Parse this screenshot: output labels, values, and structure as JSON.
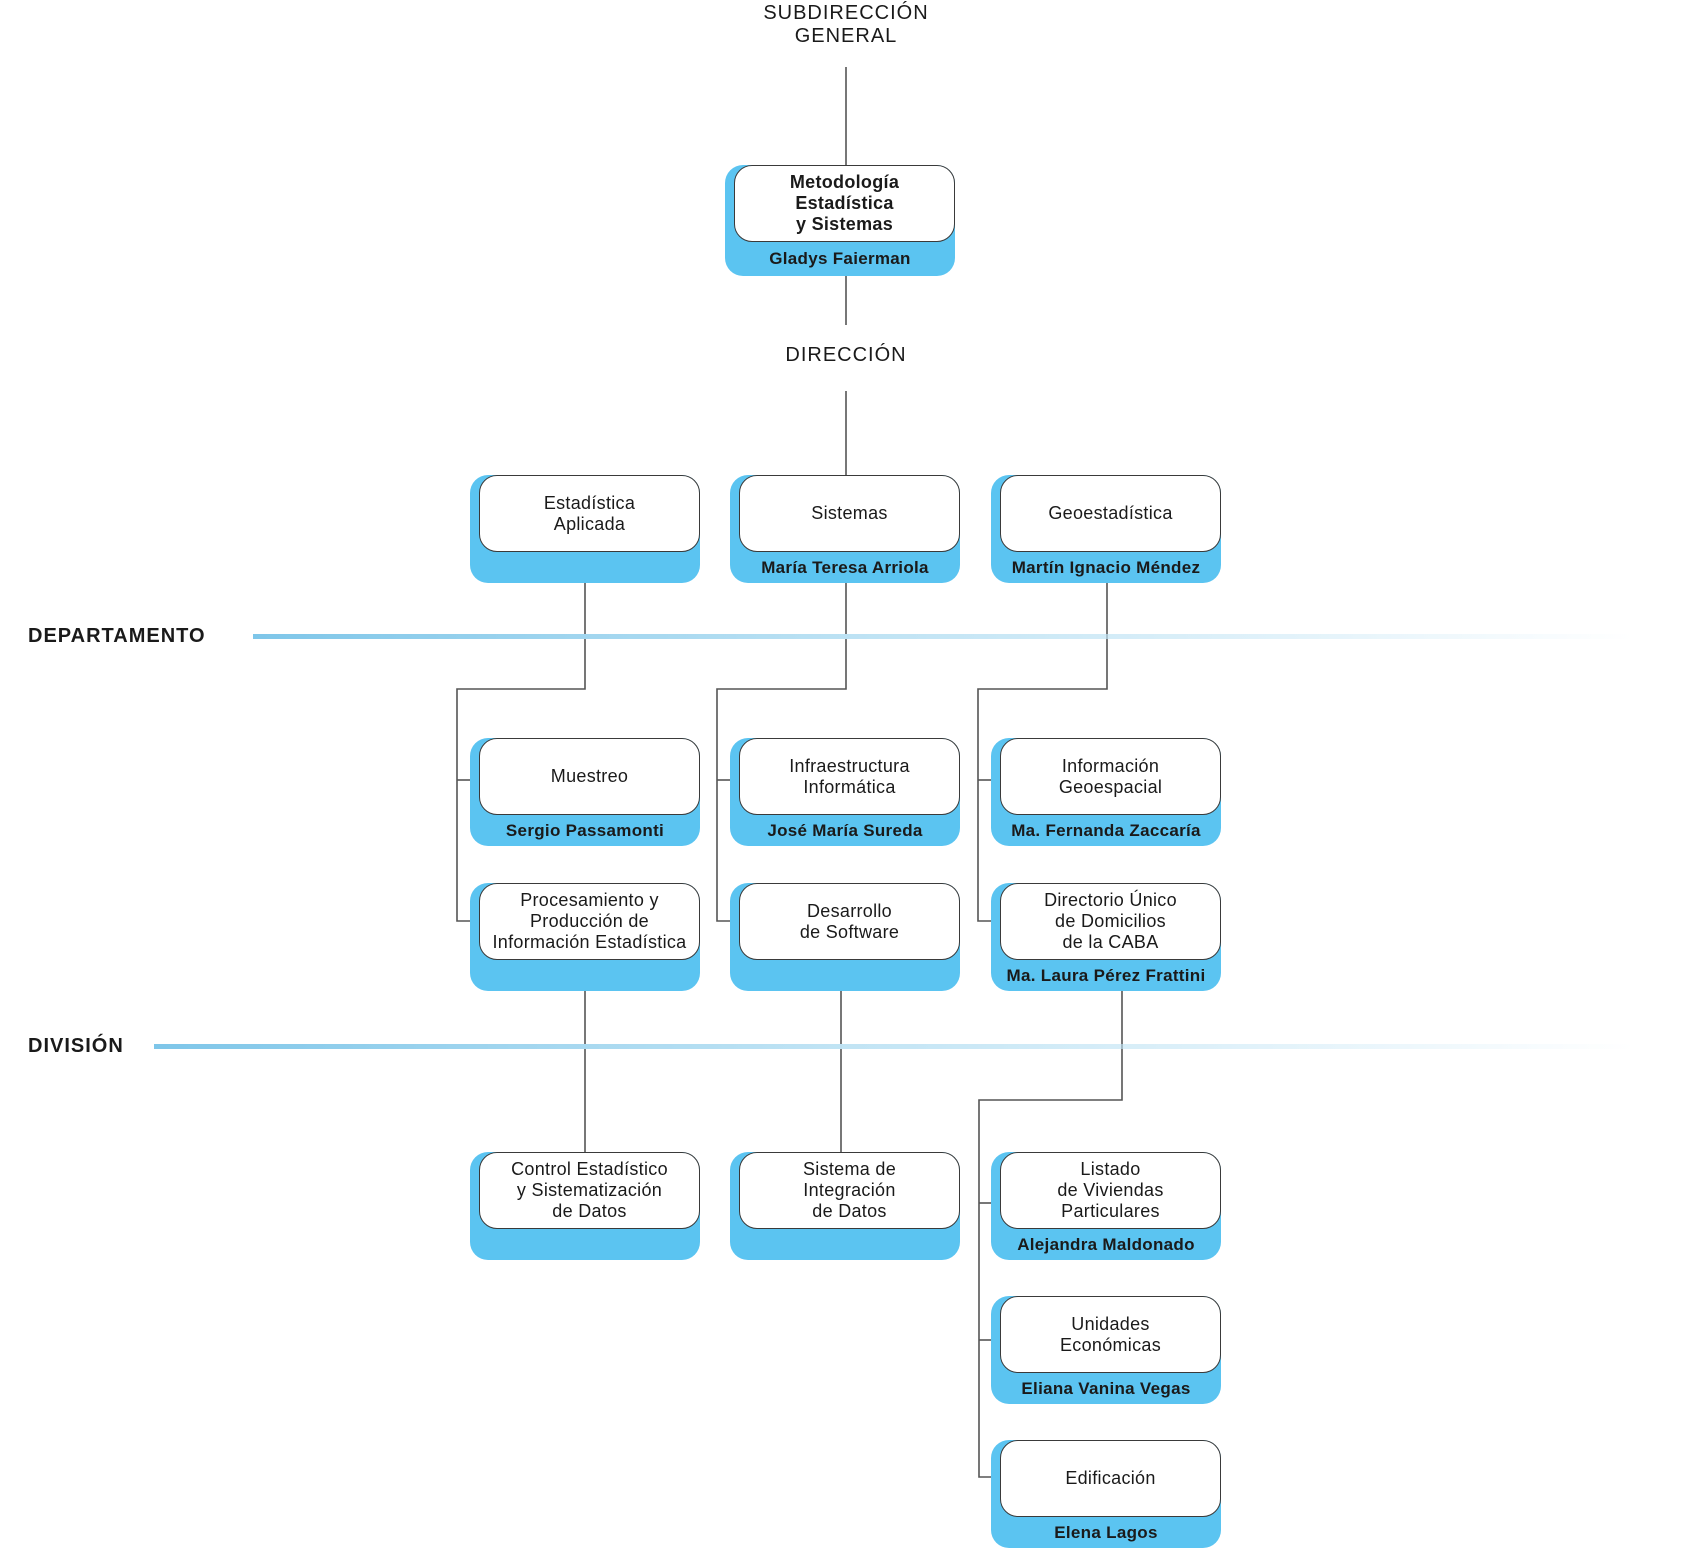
{
  "levels": {
    "subdireccion": "SUBDIRECCIÓN\nGENERAL",
    "direccion": "DIRECCIÓN"
  },
  "bands": {
    "departamento": "DEPARTAMENTO",
    "division": "DIVISIÓN"
  },
  "colors": {
    "accent": "#5bc4f1",
    "line": "#555555",
    "band": "#7ec6e9"
  },
  "nodes": {
    "metodologia": {
      "title": "Metodología\nEstadística\ny Sistemas",
      "person": "Gladys Faierman"
    },
    "estadistica_aplicada": {
      "title": "Estadística\nAplicada",
      "person": ""
    },
    "sistemas": {
      "title": "Sistemas",
      "person": "María Teresa Arriola"
    },
    "geoestadistica": {
      "title": "Geoestadística",
      "person": "Martín Ignacio Méndez"
    },
    "muestreo": {
      "title": "Muestreo",
      "person": "Sergio Passamonti"
    },
    "procesamiento": {
      "title": "Procesamiento y\nProducción de\nInformación Estadística",
      "person": ""
    },
    "infraestructura": {
      "title": "Infraestructura\nInformática",
      "person": "José María Sureda"
    },
    "desarrollo": {
      "title": "Desarrollo\nde Software",
      "person": ""
    },
    "informacion_geo": {
      "title": "Información\nGeoespacial",
      "person": "Ma. Fernanda Zaccaría"
    },
    "directorio": {
      "title": "Directorio Único\nde Domicilios\nde la CABA",
      "person": "Ma. Laura Pérez Frattini"
    },
    "control": {
      "title": "Control Estadístico\ny Sistematización\nde Datos",
      "person": ""
    },
    "sistema_integracion": {
      "title": "Sistema de\nIntegración\nde Datos",
      "person": ""
    },
    "listado": {
      "title": "Listado\nde Viviendas\nParticulares",
      "person": "Alejandra Maldonado"
    },
    "unidades": {
      "title": "Unidades\nEconómicas",
      "person": "Eliana Vanina Vegas"
    },
    "edificacion": {
      "title": "Edificación",
      "person": "Elena Lagos"
    }
  }
}
